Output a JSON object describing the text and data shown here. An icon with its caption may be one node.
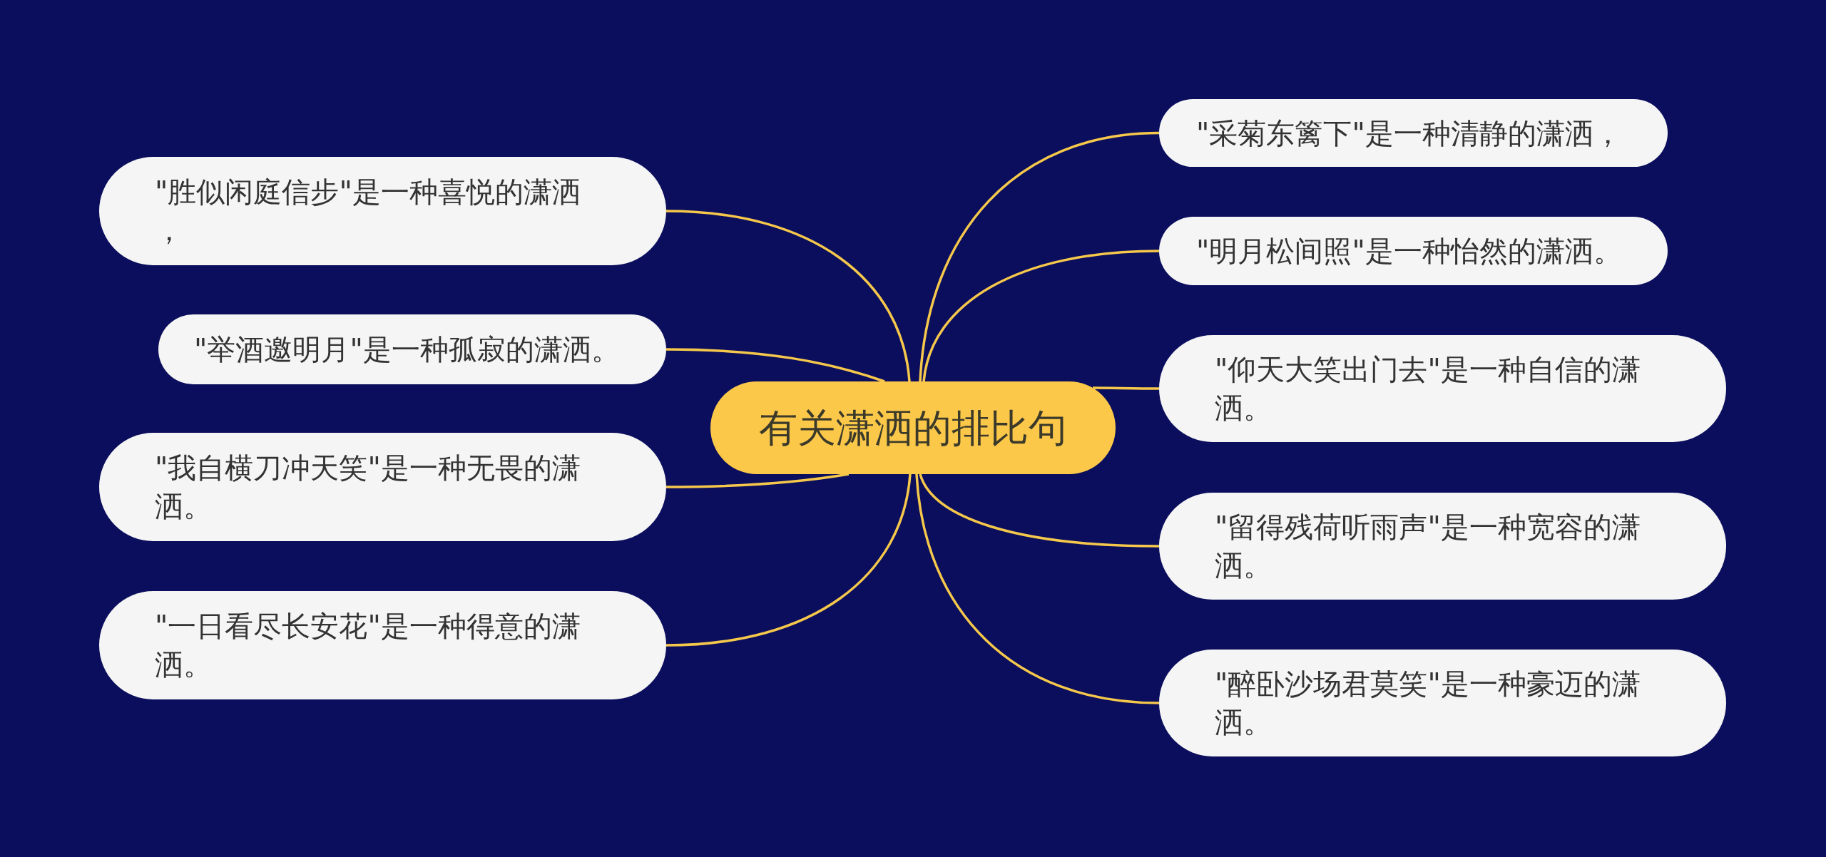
{
  "diagram": {
    "nodes": [
      {
        "text": [
          "有关潇洒的排比句"
        ]
      },
      {
        "text": [
          "\"胜似闲庭信步\"是一种喜悦的潇洒，"
        ]
      },
      {
        "text": [
          "\"举酒邀明月\"是一种孤寂的潇洒。"
        ]
      },
      {
        "text": [
          "\"我自横刀冲天笑\"是一种无畏的潇洒。"
        ]
      },
      {
        "text": [
          "\"一日看尽长安花\"是一种得意的潇洒。"
        ]
      },
      {
        "text": [
          "\"采菊东篱下\"是一种清静的潇洒，"
        ]
      },
      {
        "text": [
          "\"明月松间照\"是一种怡然的潇洒。"
        ]
      },
      {
        "text": [
          "\"仰天大笑出门去\"是一种自信的潇洒。"
        ]
      },
      {
        "text": [
          "\"留得残荷听雨声\"是一种宽容的潇洒。"
        ]
      },
      {
        "text": [
          "\"醉卧沙场君莫笑\"是一种豪迈的潇洒。"
        ]
      }
    ],
    "edges": [
      {
        "from": 0,
        "to": 1,
        "arrow": "none"
      },
      {
        "from": 0,
        "to": 2,
        "arrow": "none"
      },
      {
        "from": 0,
        "to": 3,
        "arrow": "none"
      },
      {
        "from": 0,
        "to": 4,
        "arrow": "none"
      },
      {
        "from": 0,
        "to": 5,
        "arrow": "none"
      },
      {
        "from": 0,
        "to": 6,
        "arrow": "none"
      },
      {
        "from": 0,
        "to": 7,
        "arrow": "none"
      },
      {
        "from": 0,
        "to": 8,
        "arrow": "none"
      },
      {
        "from": 0,
        "to": 9,
        "arrow": "none"
      }
    ]
  }
}
